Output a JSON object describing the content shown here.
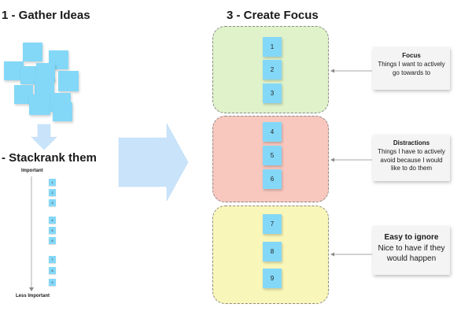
{
  "step1": {
    "title": "1 - Gather Ideas"
  },
  "step2": {
    "title": "- Stackrank them",
    "top_label": "Important",
    "bottom_label": "Less Important",
    "items": [
      "1",
      "2",
      "3",
      "4",
      "5",
      "6",
      "7",
      "8",
      "9"
    ]
  },
  "step3": {
    "title": "3 - Create Focus",
    "zones": [
      {
        "color": "#dff2c9",
        "items": [
          "1",
          "2",
          "3"
        ],
        "note_title": "Focus",
        "note_body": "Things I want to actively go towards to"
      },
      {
        "color": "#f8c7be",
        "items": [
          "4",
          "5",
          "6"
        ],
        "note_title": "Distractions",
        "note_body": "Things I have to actively avoid because I would like to do them"
      },
      {
        "color": "#f9f6b9",
        "items": [
          "7",
          "8",
          "9"
        ],
        "note_title": "Easy to ignore",
        "note_body": "Nice to have if they would happen"
      }
    ]
  },
  "colors": {
    "sticky": "#84d8f7",
    "arrow": "#c9e4fa"
  }
}
